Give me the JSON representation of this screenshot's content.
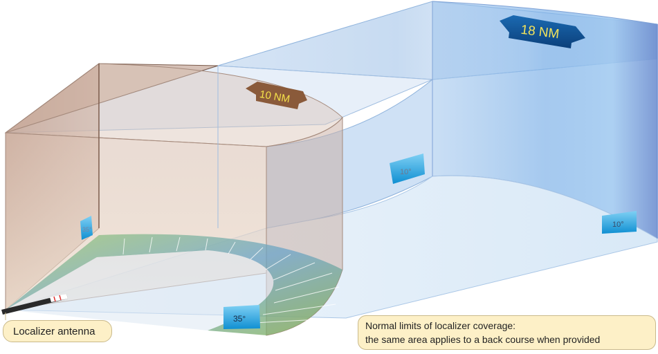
{
  "labels": {
    "range_back": "18 NM",
    "range_front": "10 NM",
    "angle_narrow_left": "10°",
    "angle_narrow_right": "10°",
    "angle_wide_left": "35°",
    "angle_wide_front": "35°"
  },
  "callouts": {
    "antenna": "Localizer antenna",
    "note_line1": "Normal limits of localizer coverage:",
    "note_line2": "the same area applies to a back course  when provided"
  },
  "colors": {
    "sector_blue": "#7fb2e0",
    "cylinder_brown": "#b89c8a",
    "ground_green": "#7fb04a",
    "tag_blue": "#1ea0e0",
    "tag_brown": "#8a5a3a",
    "note_fill": "#fdf0c7"
  }
}
